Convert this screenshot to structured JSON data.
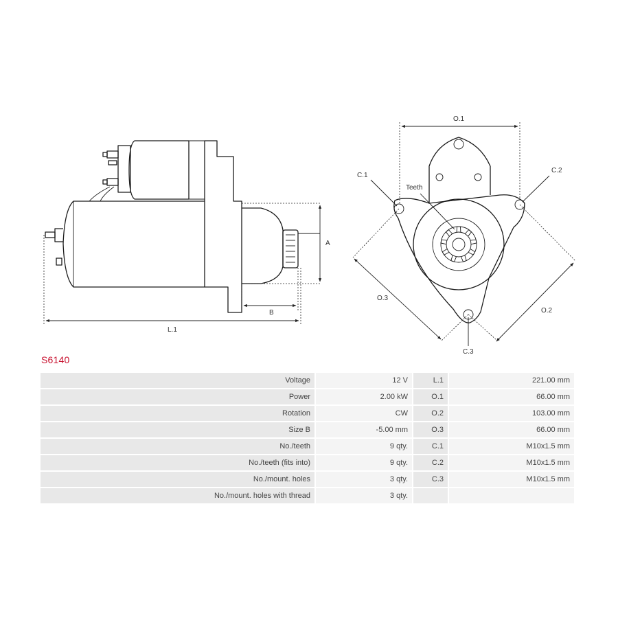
{
  "product": {
    "code": "S6140"
  },
  "drawing": {
    "side_labels": {
      "a": "A",
      "b": "B",
      "l1": "L.1"
    },
    "front_labels": {
      "o1": "O.1",
      "o2": "O.2",
      "o3": "O.3",
      "c1": "C.1",
      "c2": "C.2",
      "c3": "C.3",
      "teeth": "Teeth"
    }
  },
  "specs": [
    {
      "label": "Voltage",
      "value": "12 V",
      "dim_label": "L.1",
      "dim_value": "221.00 mm"
    },
    {
      "label": "Power",
      "value": "2.00 kW",
      "dim_label": "O.1",
      "dim_value": "66.00 mm"
    },
    {
      "label": "Rotation",
      "value": "CW",
      "dim_label": "O.2",
      "dim_value": "103.00 mm"
    },
    {
      "label": "Size B",
      "value": "-5.00 mm",
      "dim_label": "O.3",
      "dim_value": "66.00 mm"
    },
    {
      "label": "No./teeth",
      "value": "9 qty.",
      "dim_label": "C.1",
      "dim_value": "M10x1.5 mm"
    },
    {
      "label": "No./teeth (fits into)",
      "value": "9 qty.",
      "dim_label": "C.2",
      "dim_value": "M10x1.5 mm"
    },
    {
      "label": "No./mount. holes",
      "value": "3 qty.",
      "dim_label": "C.3",
      "dim_value": "M10x1.5 mm"
    },
    {
      "label": "No./mount. holes with thread",
      "value": "3 qty.",
      "dim_label": "",
      "dim_value": ""
    }
  ]
}
